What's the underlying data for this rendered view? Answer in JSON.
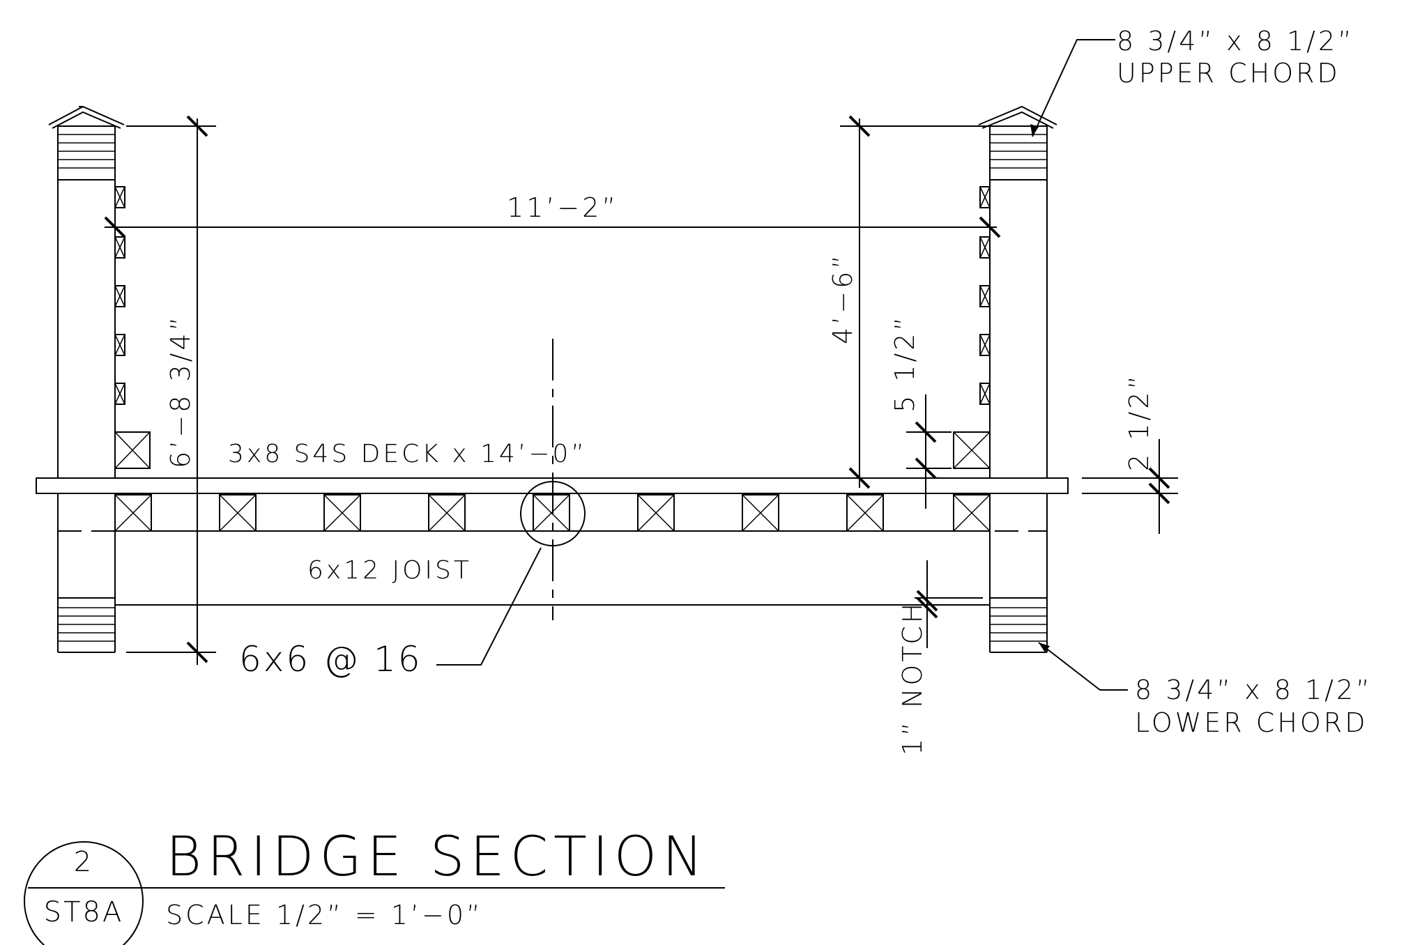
{
  "drawing": {
    "upper_chord_dim": "8 3/4” x 8 1/2”",
    "upper_chord_label": "UPPER CHORD",
    "lower_chord_dim": "8 3/4” x 8 1/2”",
    "lower_chord_label": "LOWER CHORD",
    "span_dim": "11’−2”",
    "height_dim": "6’−8 3/4”",
    "rail_height_dim": "4’−6”",
    "deck_thickness_dim": "5 1/2”",
    "deck_offset_dim": "2 1/2”",
    "deck_label": "3x8 S4S DECK x 14’−0”",
    "joist_label": "6x12 JOIST",
    "stringer_label": "6x6 @ 16",
    "notch_label": "1” NOTCH"
  },
  "title_block": {
    "detail_number": "2",
    "sheet_number": "ST8A",
    "title": "BRIDGE SECTION",
    "scale": "SCALE 1/2” = 1’−0”"
  }
}
